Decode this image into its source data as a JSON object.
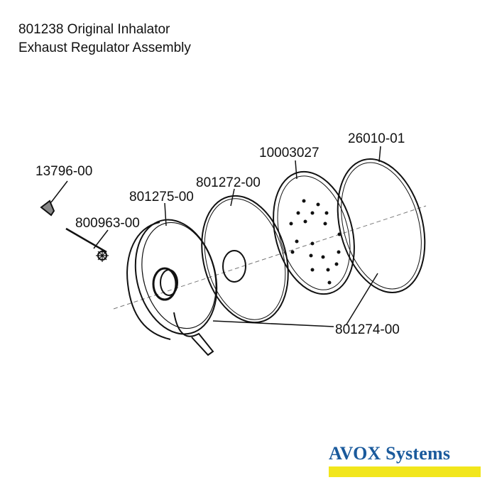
{
  "title": {
    "line1": "801238 Original Inhalator",
    "line2": "Exhaust Regulator Assembly"
  },
  "parts": {
    "p13796": "13796-00",
    "p800963": "800963-00",
    "p801275": "801275-00",
    "p801272": "801272-00",
    "p10003027": "10003027",
    "p26010": "26010-01",
    "p801274": "801274-00"
  },
  "logo": {
    "text": "AVOX Systems",
    "text_color": "#1a5a9c",
    "bar_color": "#f2e61c"
  }
}
